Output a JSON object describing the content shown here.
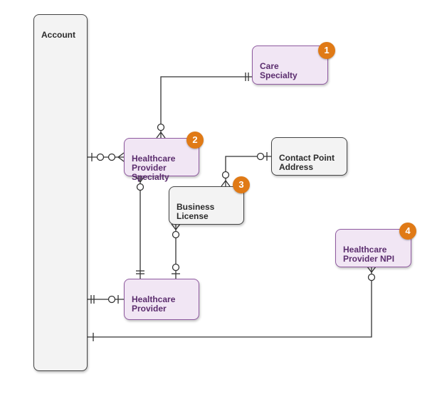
{
  "entities": {
    "account": {
      "label": "Account"
    },
    "care_specialty": {
      "label": "Care\nSpecialty"
    },
    "healthcare_provider_specialty": {
      "label": "Healthcare\nProvider\nSpecialty"
    },
    "contact_point_address": {
      "label": "Contact Point\nAddress"
    },
    "business_license": {
      "label": "Business\nLicense"
    },
    "healthcare_provider_npi": {
      "label": "Healthcare\nProvider NPI"
    },
    "healthcare_provider": {
      "label": "Healthcare\nProvider"
    }
  },
  "badges": {
    "care_specialty": "1",
    "healthcare_provider_specialty": "2",
    "business_license": "3",
    "healthcare_provider_npi": "4"
  },
  "colors": {
    "line": "#333333",
    "badge": "#e07a16",
    "purple_fill": "#f1e6f4",
    "purple_border": "#8f5aa0",
    "gray_fill": "#f3f3f3"
  }
}
